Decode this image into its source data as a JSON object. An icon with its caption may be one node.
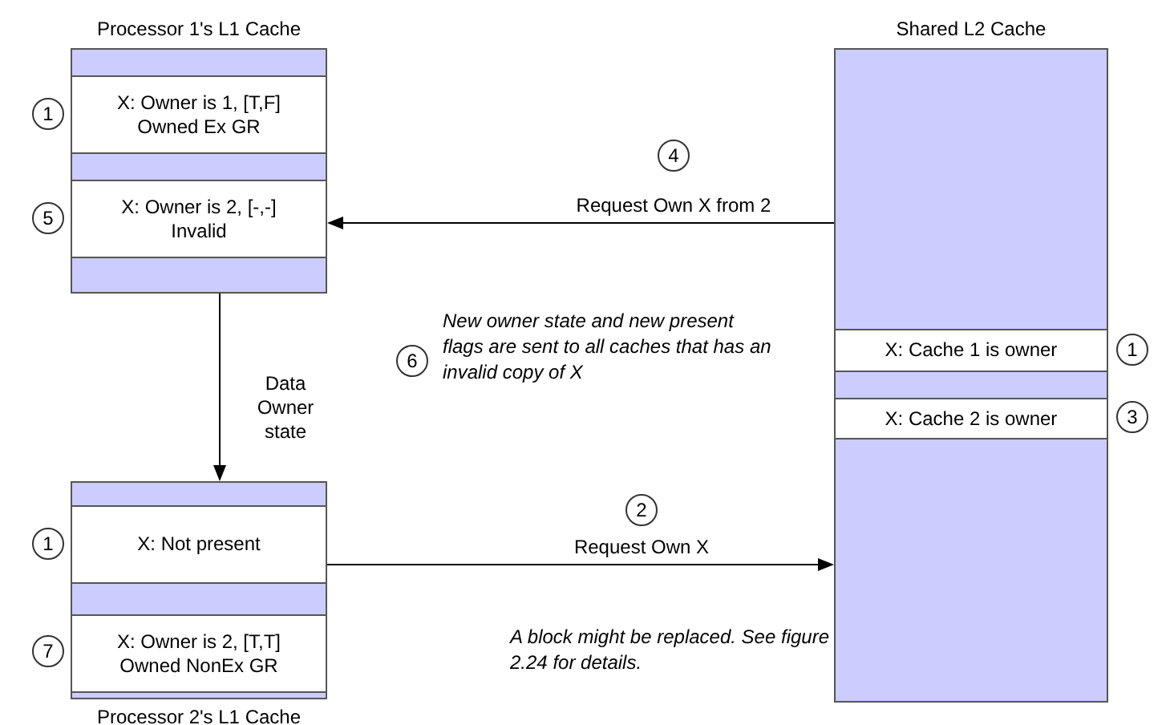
{
  "diagram": {
    "nodes": [
      {
        "text": [
          "Processor 1's L1 Cache"
        ]
      },
      {
        "text": [
          "X: Owner is 1, [T,F] Owned Ex GR"
        ],
        "in": 0,
        "beside": [
          "1"
        ]
      },
      {
        "text": [
          "X: Owner is 2, [-,-] Invalid"
        ],
        "in": 0,
        "beside": [
          "5"
        ]
      },
      {
        "text": [
          "Shared L2 Cache"
        ]
      },
      {
        "text": [
          "X: Cache 1 is owner"
        ],
        "in": 3,
        "beside": [
          "1"
        ]
      },
      {
        "text": [
          "X: Cache 2 is owner"
        ],
        "in": 3,
        "beside": [
          "3"
        ]
      },
      {
        "text": [
          "Processor 2's L1 Cache"
        ]
      },
      {
        "text": [
          "X: Not present"
        ],
        "in": 6,
        "beside": [
          "1"
        ]
      },
      {
        "text": [
          "X: Owner is 2, [T,T] Owned NonEx GR"
        ],
        "in": 6,
        "beside": [
          "7"
        ]
      }
    ],
    "edges": [
      {
        "from": 3,
        "to": 0,
        "arrow": "to",
        "label": "Request Own X from 2"
      },
      {
        "from": 0,
        "to": 6,
        "arrow": "to",
        "label": "Data Owner state"
      },
      {
        "from": 6,
        "to": 3,
        "arrow": "to",
        "label": "Request Own X"
      }
    ],
    "labels": [
      "4",
      "6",
      "New owner state and new present flags are sent to all caches that has an invalid copy of X",
      "2",
      "A block might be replaced. See figure 2.24 for details."
    ]
  }
}
